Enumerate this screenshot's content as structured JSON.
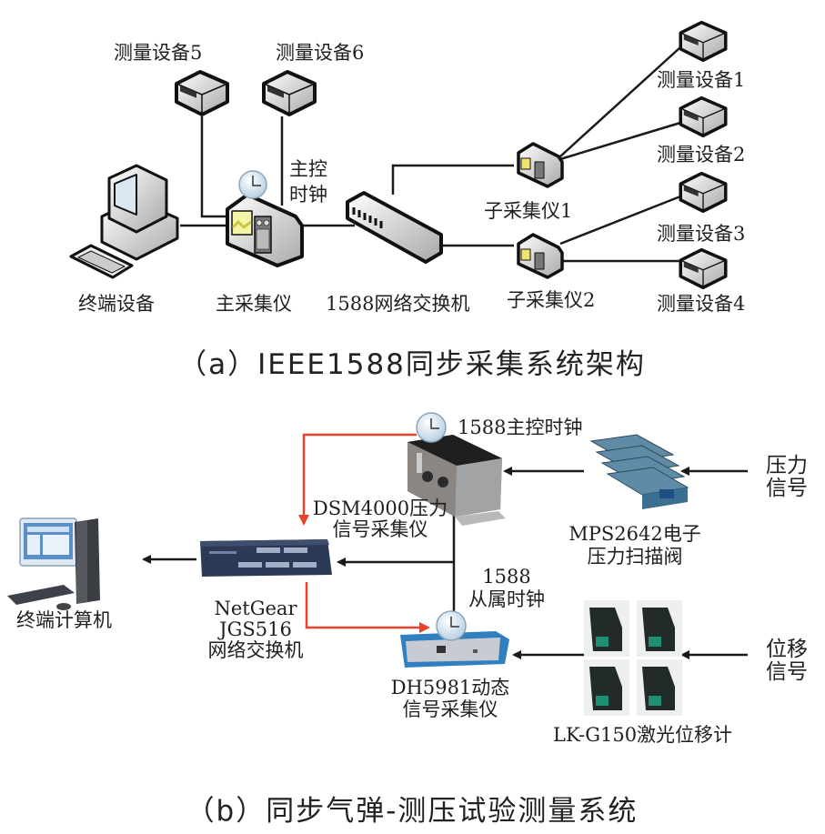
{
  "part_a": {
    "caption": "（a）IEEE1588同步采集系统架构",
    "nodes": {
      "terminal": "终端设备",
      "master_acq": "主采集仪",
      "master_clock": "主控\n时钟",
      "switch": "1588网络交换机",
      "sub_acq_1": "子采集仪1",
      "sub_acq_2": "子采集仪2",
      "dev_1": "测量设备1",
      "dev_2": "测量设备2",
      "dev_3": "测量设备3",
      "dev_4": "测量设备4",
      "dev_5": "测量设备5",
      "dev_6": "测量设备6"
    }
  },
  "part_b": {
    "caption": "（b）同步气弹-测压试验测量系统",
    "nodes": {
      "terminal_pc": "终端计算机",
      "switch": "NetGear\nJGS516\n网络交换机",
      "dsm4000": "DSM4000压力\n信号采集仪",
      "master_clock": "1588主控时钟",
      "slave_clock": "1588\n从属时钟",
      "mps2642": "MPS2642电子\n压力扫描阀",
      "dh5981": "DH5981动态\n信号采集仪",
      "lk_g150": "LK-G150激光位移计",
      "pressure_signal": "压力\n信号",
      "displacement_signal": "位移\n信号"
    },
    "colors": {
      "sync_line": "#e8412c",
      "data_line": "#1a1a1a",
      "switch_body": "#2d3a55",
      "dh5981_body": "#2f7fc1",
      "dsm4000_body": "#5d5d5d",
      "mps2642_body": "#4c7a96",
      "laser_body": "#232a2a",
      "laser_window": "#1d8f72"
    }
  }
}
